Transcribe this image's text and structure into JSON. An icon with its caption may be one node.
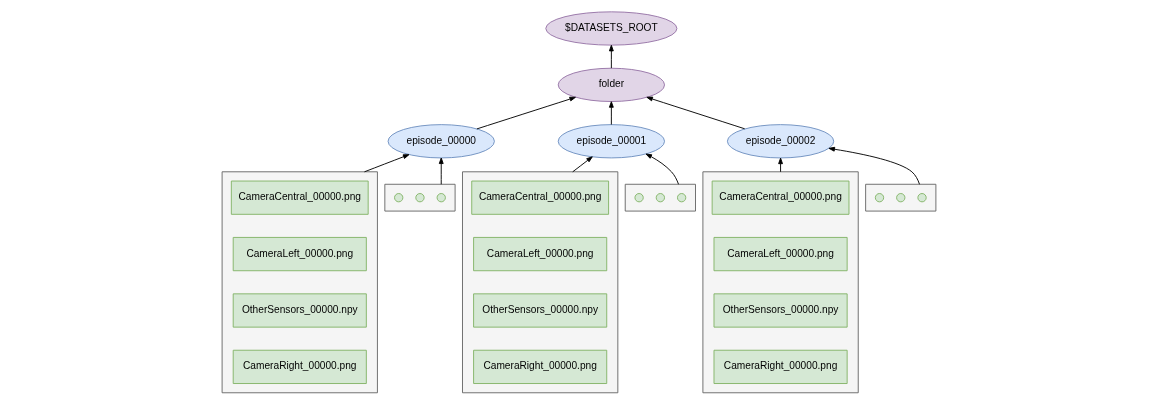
{
  "diagram": {
    "nodes": [
      {
        "text": [
          "$DATASETS_ROOT"
        ]
      },
      {
        "text": [
          "folder"
        ]
      },
      {
        "text": [
          "episode_00000"
        ]
      },
      {
        "text": [
          "episode_00001"
        ]
      },
      {
        "text": [
          "episode_00002"
        ]
      },
      {
        "text": [],
        "shape": "box"
      },
      {
        "text": [
          "CameraCentral_00000.png"
        ],
        "in": 5
      },
      {
        "text": [
          "CameraLeft_00000.png"
        ],
        "in": 5
      },
      {
        "text": [
          "OtherSensors_00000.npy"
        ],
        "in": 5
      },
      {
        "text": [
          "CameraRight_00000.png"
        ],
        "in": 5
      },
      {
        "text": [],
        "shape": "box"
      },
      {
        "text": [],
        "shape": "circle",
        "in": 10
      },
      {
        "text": [],
        "shape": "circle",
        "in": 10
      },
      {
        "text": [],
        "shape": "circle",
        "in": 10
      },
      {
        "text": [],
        "shape": "box"
      },
      {
        "text": [
          "CameraCentral_00000.png"
        ],
        "in": 14
      },
      {
        "text": [
          "CameraLeft_00000.png"
        ],
        "in": 14
      },
      {
        "text": [
          "OtherSensors_00000.npy"
        ],
        "in": 14
      },
      {
        "text": [
          "CameraRight_00000.png"
        ],
        "in": 14
      },
      {
        "text": [],
        "shape": "box"
      },
      {
        "text": [],
        "shape": "circle",
        "in": 19
      },
      {
        "text": [],
        "shape": "circle",
        "in": 19
      },
      {
        "text": [],
        "shape": "circle",
        "in": 19
      },
      {
        "text": [],
        "shape": "box"
      },
      {
        "text": [
          "CameraCentral_00000.png"
        ],
        "in": 23
      },
      {
        "text": [
          "CameraLeft_00000.png"
        ],
        "in": 23
      },
      {
        "text": [
          "OtherSensors_00000.npy"
        ],
        "in": 23
      },
      {
        "text": [
          "CameraRight_00000.png"
        ],
        "in": 23
      },
      {
        "text": [],
        "shape": "box"
      },
      {
        "text": [],
        "shape": "circle",
        "in": 28
      },
      {
        "text": [],
        "shape": "circle",
        "in": 28
      },
      {
        "text": [],
        "shape": "circle",
        "in": 28
      }
    ],
    "edges": [
      {
        "from": 1,
        "to": 0,
        "arrow": "to"
      },
      {
        "from": 2,
        "to": 1,
        "arrow": "to"
      },
      {
        "from": 3,
        "to": 1,
        "arrow": "to"
      },
      {
        "from": 4,
        "to": 1,
        "arrow": "to"
      },
      {
        "from": 5,
        "to": 2,
        "arrow": "to"
      },
      {
        "from": 10,
        "to": 2,
        "arrow": "to"
      },
      {
        "from": 14,
        "to": 3,
        "arrow": "to"
      },
      {
        "from": 19,
        "to": 3,
        "arrow": "to"
      },
      {
        "from": 23,
        "to": 4,
        "arrow": "to"
      },
      {
        "from": 28,
        "to": 4,
        "arrow": "to"
      }
    ]
  }
}
